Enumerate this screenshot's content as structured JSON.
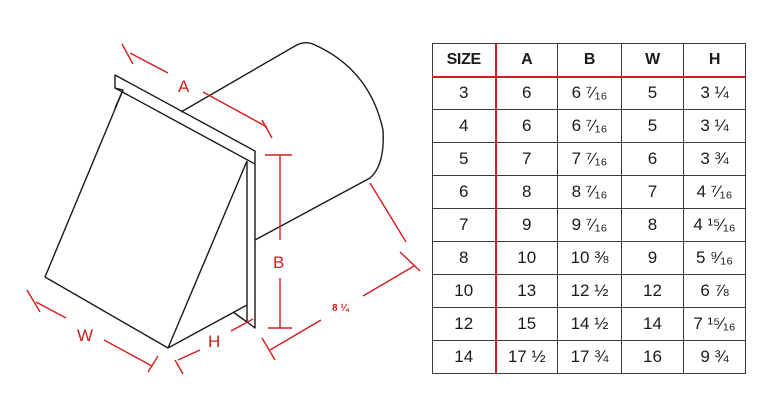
{
  "diagram": {
    "labels": {
      "a": "A",
      "b": "B",
      "w": "W",
      "h": "H",
      "depth": "8 ¼"
    },
    "colors": {
      "outline": "#1a1a1a",
      "dimension": "#d41c1c"
    }
  },
  "table": {
    "headers": [
      "SIZE",
      "A",
      "B",
      "W",
      "H"
    ],
    "rows": [
      {
        "size": "3",
        "a": "6",
        "b": "6 ⁷⁄₁₆",
        "w": "5",
        "h": "3 ¼"
      },
      {
        "size": "4",
        "a": "6",
        "b": "6 ⁷⁄₁₆",
        "w": "5",
        "h": "3 ¼"
      },
      {
        "size": "5",
        "a": "7",
        "b": "7 ⁷⁄₁₆",
        "w": "6",
        "h": "3 ¾"
      },
      {
        "size": "6",
        "a": "8",
        "b": "8 ⁷⁄₁₆",
        "w": "7",
        "h": "4 ⁷⁄₁₆"
      },
      {
        "size": "7",
        "a": "9",
        "b": "9 ⁷⁄₁₆",
        "w": "8",
        "h": "4 ¹⁵⁄₁₆"
      },
      {
        "size": "8",
        "a": "10",
        "b": "10 ⅜",
        "w": "9",
        "h": "5 ⁹⁄₁₆"
      },
      {
        "size": "10",
        "a": "13",
        "b": "12 ½",
        "w": "12",
        "h": "6 ⅞"
      },
      {
        "size": "12",
        "a": "15",
        "b": "14 ½",
        "w": "14",
        "h": "7 ¹⁵⁄₁₆"
      },
      {
        "size": "14",
        "a": "17 ½",
        "b": "17 ¾",
        "w": "16",
        "h": "9 ¾"
      }
    ],
    "colors": {
      "divider": "#d41c1c",
      "border": "#3a3a3a",
      "text": "#1a1a1a"
    }
  }
}
